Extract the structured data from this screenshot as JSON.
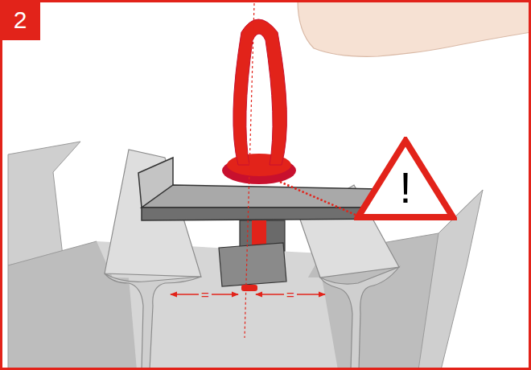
{
  "diagram": {
    "nodes": [
      {
        "text": [
          "2"
        ]
      },
      {
        "text": [
          "!"
        ]
      }
    ],
    "labels": [
      "=",
      "="
    ]
  }
}
